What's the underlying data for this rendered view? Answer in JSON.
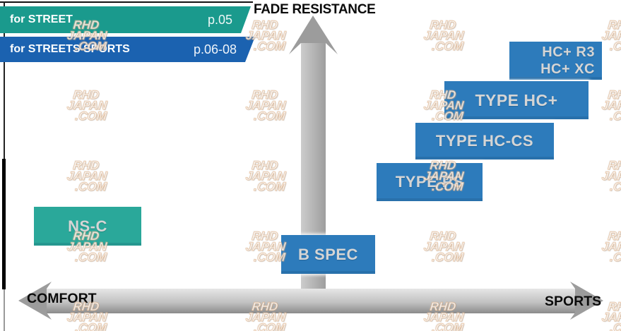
{
  "banners": [
    {
      "label": "for STREET",
      "page": "p.05",
      "color": "#1A9A8D"
    },
    {
      "label": "for STREETS SPORTS",
      "page": "p.06-08",
      "color": "#1B62B0"
    }
  ],
  "axes": {
    "vertical_label": "FADE RESISTANCE",
    "left_label": "COMFORT",
    "right_label": "SPORTS"
  },
  "products": [
    {
      "name": "HC+ R3 / HC+ XC",
      "lines": [
        "HC+ R3",
        "HC+ XC"
      ],
      "series": "for STREETS SPORTS"
    },
    {
      "name": "TYPE HC+",
      "lines": [
        "TYPE HC+"
      ],
      "series": "for STREETS SPORTS"
    },
    {
      "name": "TYPE HC-CS",
      "lines": [
        "TYPE HC-CS"
      ],
      "series": "for STREETS SPORTS"
    },
    {
      "name": "TYPE PS",
      "lines": [
        "TYPE PS"
      ],
      "series": "for STREETS SPORTS"
    },
    {
      "name": "B SPEC",
      "lines": [
        "B SPEC"
      ],
      "series": "for STREETS SPORTS"
    },
    {
      "name": "NS-C",
      "lines": [
        "NS-C"
      ],
      "series": "for STREET"
    }
  ],
  "watermark": {
    "lines": [
      "RHD",
      "JAPAN",
      ".COM"
    ]
  },
  "colors": {
    "banner_teal": "#1A9A8D",
    "banner_blue": "#1B62B0",
    "box_blue": "#2D7BBB",
    "box_teal": "#2AA89A",
    "arrow_gray": "#9C9C9C",
    "box_text": "#D5D5D5"
  },
  "chart_data": {
    "type": "scatter",
    "title": "",
    "ylabel": "FADE RESISTANCE",
    "xlabel_left": "COMFORT",
    "xlabel_right": "SPORTS",
    "axis_style": "double-headed horizontal arrow, single-headed vertical arrow",
    "points": [
      {
        "label": "NS-C",
        "series": "for STREET",
        "sports": 0.1,
        "fade": 0.3
      },
      {
        "label": "B SPEC",
        "series": "for STREETS SPORTS",
        "sports": 0.5,
        "fade": 0.18
      },
      {
        "label": "TYPE PS",
        "series": "for STREETS SPORTS",
        "sports": 0.66,
        "fade": 0.48
      },
      {
        "label": "TYPE HC-CS",
        "series": "for STREETS SPORTS",
        "sports": 0.74,
        "fade": 0.63
      },
      {
        "label": "TYPE HC+",
        "series": "for STREETS SPORTS",
        "sports": 0.8,
        "fade": 0.78
      },
      {
        "label": "HC+ R3 / HC+ XC",
        "series": "for STREETS SPORTS",
        "sports": 0.92,
        "fade": 0.92
      }
    ]
  }
}
